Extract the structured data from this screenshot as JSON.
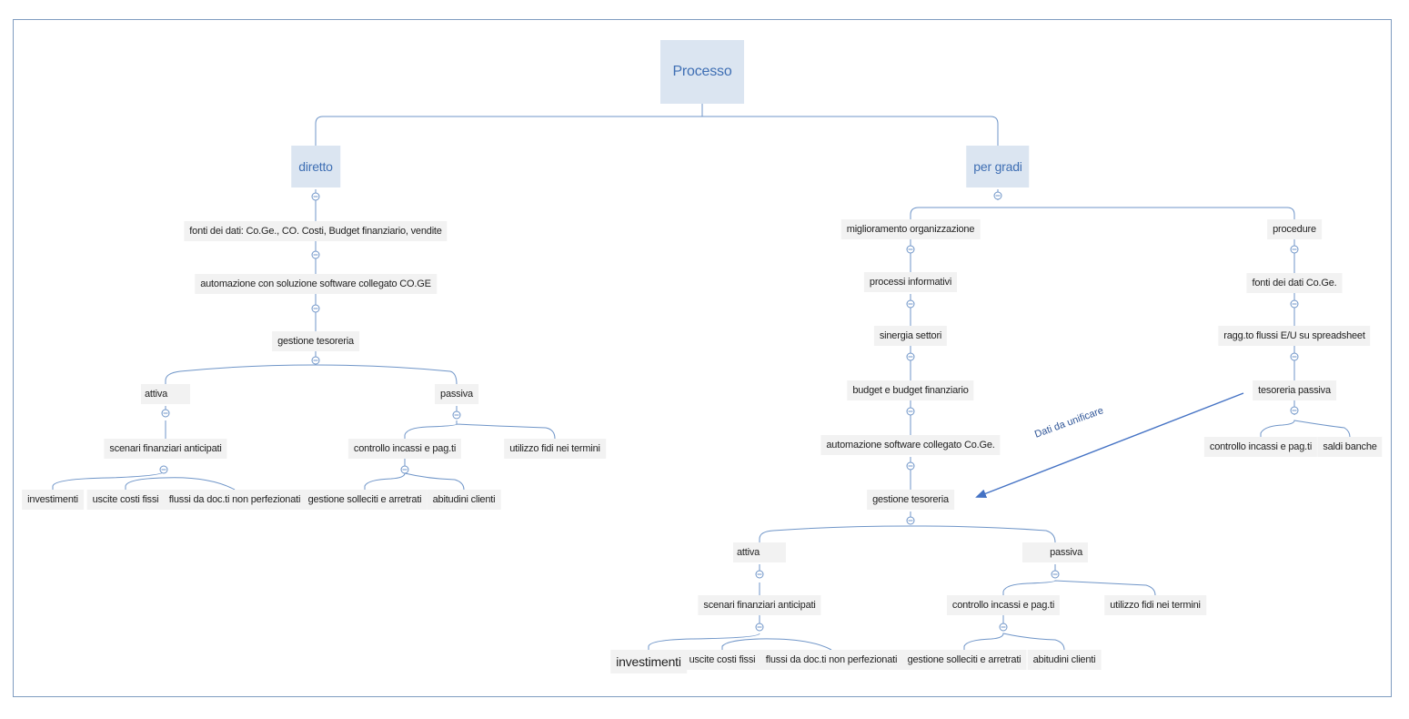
{
  "diagram": {
    "root": "Processo",
    "diretto": {
      "label": "diretto",
      "chain": [
        "fonti dei dati: Co.Ge., CO. Costi, Budget finanziario, vendite",
        "automazione con soluzione software collegato CO.GE",
        "gestione tesoreria"
      ],
      "attiva": "attiva",
      "passiva": "passiva",
      "scenari": "scenari finanziari anticipati",
      "controllo": "controllo incassi e pag.ti",
      "utilizzo": "utilizzo fidi nei termini",
      "investimenti": "investimenti",
      "uscite": "uscite costi fissi",
      "flussi": "flussi da doc.ti non perfezionati",
      "solleciti": "gestione solleciti e arretrati",
      "abitudini": "abitudini clienti"
    },
    "per_gradi": {
      "label": "per gradi",
      "miglioramento": {
        "label": "miglioramento organizzazione",
        "chain": [
          "processi informativi",
          "sinergia settori",
          "budget e budget finanziario",
          "automazione software collegato Co.Ge.",
          "gestione tesoreria"
        ],
        "attiva": "attiva",
        "passiva": "passiva",
        "scenari": "scenari finanziari anticipati",
        "controllo": "controllo incassi e pag.ti",
        "utilizzo": "utilizzo fidi nei termini",
        "investimenti": "investimenti",
        "uscite": "uscite costi fissi",
        "flussi": "flussi da doc.ti non perfezionati",
        "solleciti": "gestione solleciti e arretrati",
        "abitudini": "abitudini clienti"
      },
      "procedure": {
        "label": "procedure",
        "chain": [
          "fonti dei dati Co.Ge.",
          "ragg.to flussi E/U su spreadsheet",
          "tesoreria passiva"
        ],
        "controllo": "controllo incassi e pag.ti",
        "saldi": "saldi banche"
      }
    },
    "annotation": "Dati da unificare"
  },
  "colors": {
    "connector": "#6f95c8",
    "arrow": "#4472c4",
    "node_fill": "#f2f2f2",
    "top_node_fill": "#dbe5f1",
    "top_node_text": "#3f6fb4",
    "frame": "#7f9cc0"
  }
}
